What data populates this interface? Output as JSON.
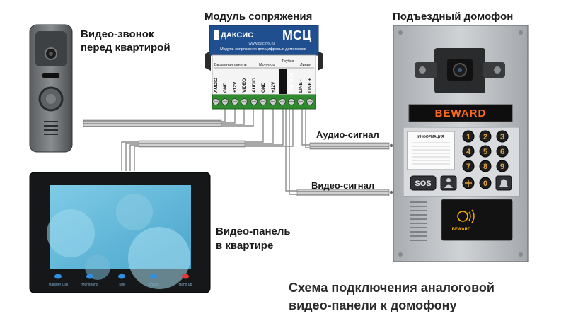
{
  "labels": {
    "module_title": "Модуль сопряжения",
    "intercom_title": "Подъездный домофон",
    "doorbell_line1": "Видео-звонок",
    "doorbell_line2": "перед квартирой",
    "panel_line1": "Видео-панель",
    "panel_line2": "в квартире",
    "audio_signal": "Аудио-сигнал",
    "video_signal": "Видео-сигнал",
    "caption_line1": "Схема подключения аналоговой",
    "caption_line2": "видео-панели к домофону"
  },
  "module": {
    "brand": "ДАКСИС",
    "model": "МСЦ",
    "site": "www.dacsys.ru",
    "subtitle": "Модуль сопряжения для цифровых домофонов",
    "group_call_panel": "Вызывная панель",
    "group_monitor": "Монитор",
    "group_trubka": "Трубка",
    "group_line": "Линия",
    "terminals": [
      "AUDIO",
      "GND",
      "+12V",
      "VIDEO",
      "AUDIO",
      "GND",
      "+12V",
      "VIDEO",
      "ONHOOK",
      "LINE -",
      "LINE +"
    ]
  },
  "intercom": {
    "display": "BEWARD",
    "info_title": "ИНФОРМАЦИЯ",
    "keys": [
      "1",
      "2",
      "3",
      "4",
      "5",
      "6",
      "7",
      "8",
      "9",
      "0"
    ],
    "sos": "SOS",
    "reader_brand": "BEWARD"
  },
  "panel": {
    "buttons": [
      "Transfer Call",
      "Monitoring",
      "Talk",
      "Unlock",
      "Hang up"
    ]
  },
  "colors": {
    "module_blue": "#1f4f8e",
    "intercom_steel": "#b9bcc0",
    "display_orange": "#ff6a1a",
    "terminal_green": "#3a9a3a",
    "panel_screen": "#5fb6d8"
  }
}
